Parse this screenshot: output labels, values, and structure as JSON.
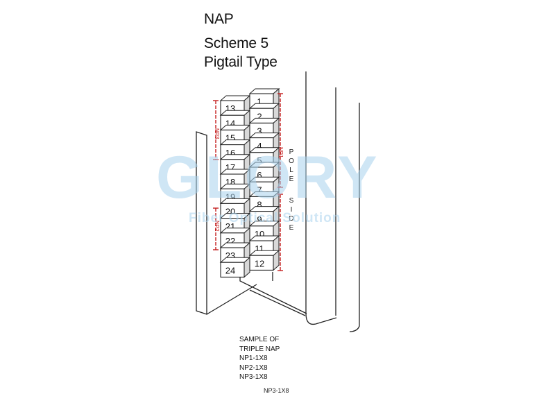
{
  "title": {
    "line1": "NAP",
    "line2": "Scheme 5",
    "line3": "Pigtail Type"
  },
  "columns": {
    "left_ports": [
      "13",
      "14",
      "15",
      "16",
      "17",
      "18",
      "19",
      "20",
      "21",
      "22",
      "23",
      "24"
    ],
    "right_ports": [
      "1",
      "2",
      "3",
      "4",
      "5",
      "6",
      "7",
      "8",
      "9",
      "10",
      "11",
      "12"
    ]
  },
  "labels": {
    "pole_side": "POLE SIDE",
    "left_group_top": "NP3",
    "left_group_bottom": "NP2",
    "right_group_top": "NP1"
  },
  "caption": {
    "lines": [
      "SAMPLE OF",
      "TRIPLE NAP",
      "NP1-1X8",
      "NP2-1X8",
      "NP3-1X8"
    ]
  },
  "footer": "NP3-1X8",
  "watermark": {
    "brand": "GLORY",
    "tagline": "Fiber Optical Solution",
    "color": "#a9d3ee"
  }
}
